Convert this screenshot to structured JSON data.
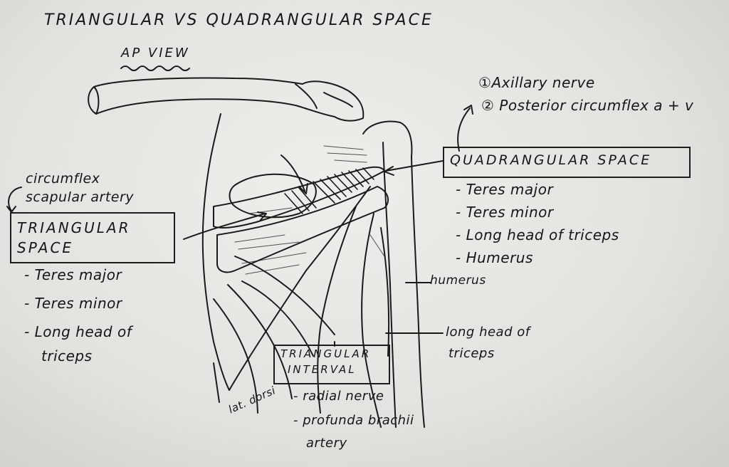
{
  "title": "TRIANGULAR VS QUADRANGULAR SPACE",
  "subtitle": "AP VIEW",
  "quadrangular": {
    "contents": [
      "Axillary nerve",
      "Posterior circumflex a + v"
    ],
    "markers": [
      "①",
      "②"
    ],
    "label": "QUADRANGULAR SPACE",
    "borders": [
      "- Teres major",
      "- Teres minor",
      "- Long head of triceps",
      "- Humerus"
    ]
  },
  "triangular_space": {
    "content_line1": "circumflex",
    "content_line2": "scapular artery",
    "label_line1": "TRIANGULAR",
    "label_line2": "SPACE",
    "borders": [
      "- Teres major",
      "- Teres minor",
      "- Long head of",
      "triceps"
    ]
  },
  "triangular_interval": {
    "label_line1": "TRIANGULAR",
    "label_line2": "INTERVAL",
    "contents": [
      "- radial nerve",
      "- profunda brachii",
      "artery"
    ]
  },
  "structure_labels": {
    "humerus": "humerus",
    "long_head_line1": "long head of",
    "long_head_line2": "triceps",
    "lat_dorsi": "lat. dorsi"
  },
  "colors": {
    "ink": "#161616",
    "paper": "#ecebe7"
  }
}
